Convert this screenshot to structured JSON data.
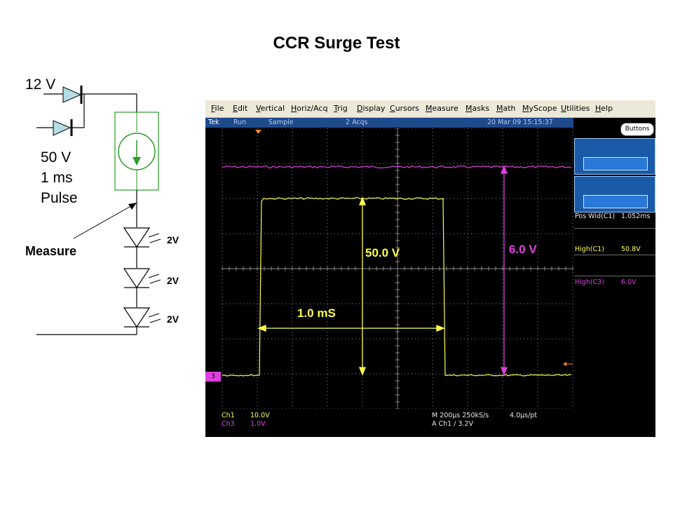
{
  "slide": {
    "title": "CCR Surge Test"
  },
  "circuit": {
    "input_12v": "12 V",
    "pulse_lines": [
      "50 V",
      "1 ms",
      "Pulse"
    ],
    "measure_label": "Measure",
    "led_labels": [
      "2V",
      "2V",
      "2V"
    ],
    "ccr_color": "#2a9a2a"
  },
  "scope": {
    "menu": [
      "File",
      "Edit",
      "Vertical",
      "Horiz/Acq",
      "Trig",
      "Display",
      "Cursors",
      "Measure",
      "Masks",
      "Math",
      "MyScope",
      "Utilities",
      "Help"
    ],
    "status": {
      "brand": "Tek",
      "state": "Run",
      "mode": "Sample",
      "acqs": "2 Acqs",
      "datetime": "20 Mar 09 15:15:37"
    },
    "buttons_label": "Buttons",
    "measurements": [
      {
        "label": "Pos Wid(C1)",
        "value": "1.052ms",
        "color": "#e8e8e8"
      },
      {
        "label": "High(C1)",
        "value": "50.8V",
        "color": "#ffff50"
      },
      {
        "label": "High(C3)",
        "value": "6.0V",
        "color": "#e040e0"
      }
    ],
    "channel_marker": "3",
    "footer": {
      "ch1_label": "Ch1",
      "ch1_scale": "10.0V",
      "ch3_label": "Ch3",
      "ch3_scale": "1.0V",
      "timebase": "M 200µs 250kS/s",
      "pt": "4.0µs/pt",
      "trigger": "A  Ch1  ∕  3.2V"
    },
    "annotations": {
      "width": "1.0 mS",
      "ch1_high": "50.0 V",
      "ch3_high": "6.0 V"
    },
    "colors": {
      "ch1": "#ffff50",
      "ch3": "#e040e0",
      "grid": "#8a8a8a",
      "trigger": "#ff8a2a"
    }
  }
}
